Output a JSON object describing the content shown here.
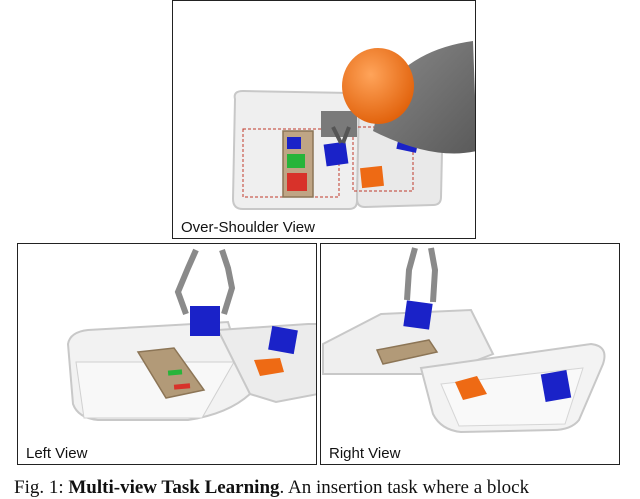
{
  "figure": {
    "panels": {
      "top": {
        "label": "Over-Shoulder View"
      },
      "left": {
        "label": "Left View"
      },
      "right": {
        "label": "Right View"
      }
    },
    "caption": {
      "prefix": "Fig. 1: ",
      "bold": "Multi-view Task Learning",
      "text": ". An insertion task where a block"
    },
    "colors": {
      "block_blue": "#1a22c8",
      "block_red": "#d8322a",
      "block_green": "#27b43a",
      "block_orange": "#ee6a14",
      "gripper_orange": "#f07212",
      "bin": "#f2f2f2",
      "box_tan": "#b29a78"
    }
  }
}
